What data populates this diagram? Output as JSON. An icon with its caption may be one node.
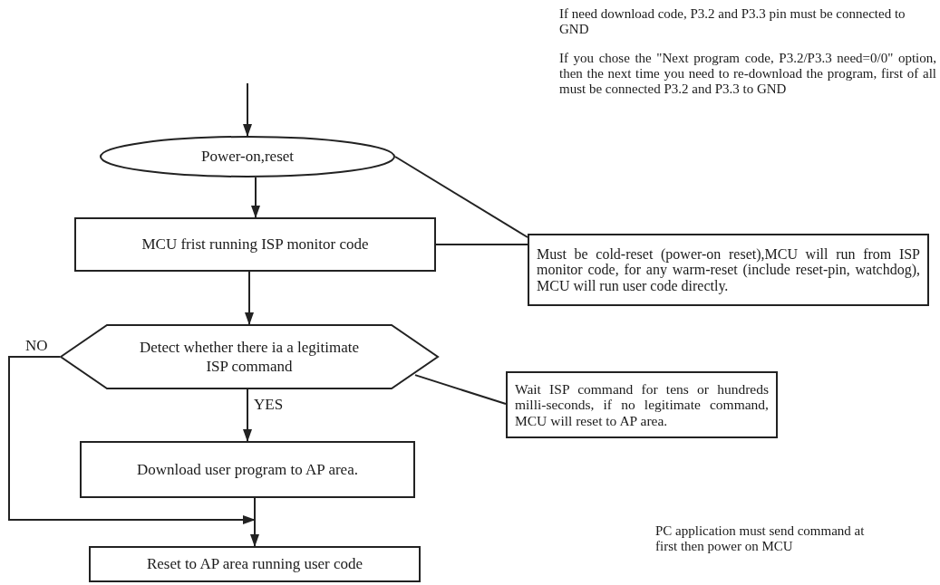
{
  "diagram": {
    "nodes": [
      {
        "text": [
          "Power-on,reset"
        ]
      },
      {
        "text": [
          "MCU frist running ISP monitor code"
        ]
      },
      {
        "text": [
          "Detect whether there ia a legitimate ISP command"
        ]
      },
      {
        "text": [
          "Download user program to AP area."
        ]
      },
      {
        "text": [
          "Reset to AP area running user code"
        ]
      },
      {
        "text": [
          "Must be cold-reset (power-on reset),MCU will run from ISP monitor code, for any warm-reset (include reset-pin, watchdog), MCU will run user code directly."
        ]
      },
      {
        "text": [
          "Wait ISP command for tens or hundreds milli-seconds, if no legitimate command, MCU will reset to AP area."
        ]
      }
    ],
    "edges": [
      {
        "from": null,
        "to": 0,
        "arrow": "to"
      },
      {
        "from": 0,
        "to": 1,
        "arrow": "to"
      },
      {
        "from": 1,
        "to": 2,
        "arrow": "to"
      },
      {
        "from": 2,
        "to": 3,
        "arrow": "to",
        "label": "YES"
      },
      {
        "from": 3,
        "to": 4,
        "arrow": "to"
      },
      {
        "from": 2,
        "to": 4,
        "arrow": "to",
        "label": "NO"
      },
      {
        "from": 5,
        "to": 0,
        "arrow": "none"
      },
      {
        "from": 5,
        "to": 1,
        "arrow": "none"
      },
      {
        "from": 6,
        "to": 2,
        "arrow": "none"
      }
    ],
    "labels": [
      "If need download code, P3.2 and P3.3 pin must be connected to GND",
      "If you chose the \"Next program code, P3.2/P3.3 need=0/0\" option, then the next time you need to re-download the program, first of all must be connected P3.2 and P3.3 to GND",
      "PC application must send command at first then power on MCU"
    ]
  }
}
